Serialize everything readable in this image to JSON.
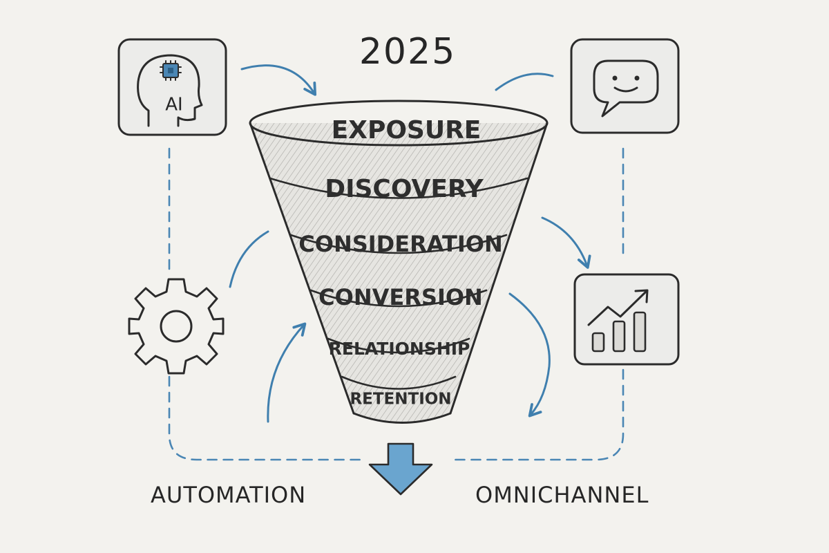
{
  "diagram": {
    "year": "2025",
    "funnel_stages": [
      {
        "label": "EXPOSURE"
      },
      {
        "label": "DISCOVERY"
      },
      {
        "label": "CONSIDERATION"
      },
      {
        "label": "CONVERSION"
      },
      {
        "label": "RELATIONSHIP"
      },
      {
        "label": "RETENTION"
      }
    ],
    "icons": {
      "ai": {
        "name": "ai-head-icon",
        "text": "AI"
      },
      "chat": {
        "name": "chat-bubble-icon"
      },
      "gear": {
        "name": "gear-icon"
      },
      "growth": {
        "name": "growth-chart-icon"
      }
    },
    "bottom_labels": {
      "left": "AUTOMATION",
      "right": "OMNICHANNEL"
    },
    "colors": {
      "accent": "#3f7fae",
      "ink": "#2b2b2b",
      "paper": "#f3f2ee"
    }
  }
}
